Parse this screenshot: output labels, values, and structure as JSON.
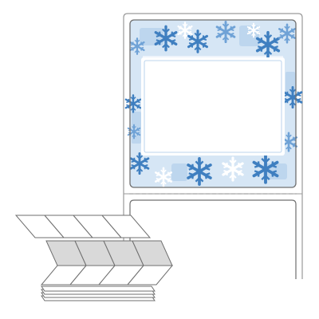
{
  "product": {
    "label_shape": "rectangle",
    "label_design": "snowflake-border",
    "format": "fanfold",
    "stack_width_labels": 4
  },
  "colors": {
    "background": "#ffffff",
    "liner_outline": "#9a9a9a",
    "label_outline": "#6f6f6f",
    "border_pale": "#d6e6f5",
    "border_light": "#a9c8e8",
    "snowflake_dark": "#3f7fc0",
    "snowflake_mid": "#6fa2d6",
    "snowflake_white": "#ffffff",
    "window_fill": "#ffffff",
    "fold_shadow": "#d9d9d9",
    "perforation": "#8a8a8a"
  },
  "icons": {
    "snowflake": "snowflake-icon",
    "stack": "fanfold-stack-icon"
  }
}
